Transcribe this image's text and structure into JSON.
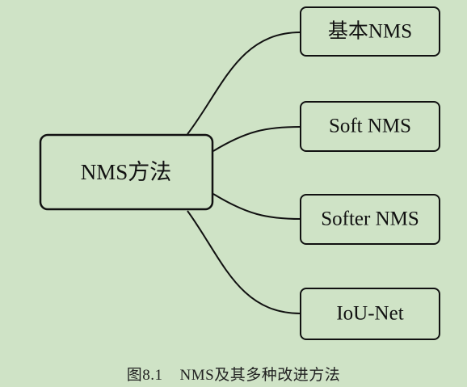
{
  "root": {
    "label": "NMS方法"
  },
  "children": [
    {
      "label": "基本NMS"
    },
    {
      "label": "Soft NMS"
    },
    {
      "label": "Softer NMS"
    },
    {
      "label": "IoU-Net"
    }
  ],
  "caption": "图8.1    NMS及其多种改进方法",
  "colors": {
    "background": "#cfe3c6",
    "node_fill": "#cfe3c6",
    "stroke": "#111111"
  }
}
